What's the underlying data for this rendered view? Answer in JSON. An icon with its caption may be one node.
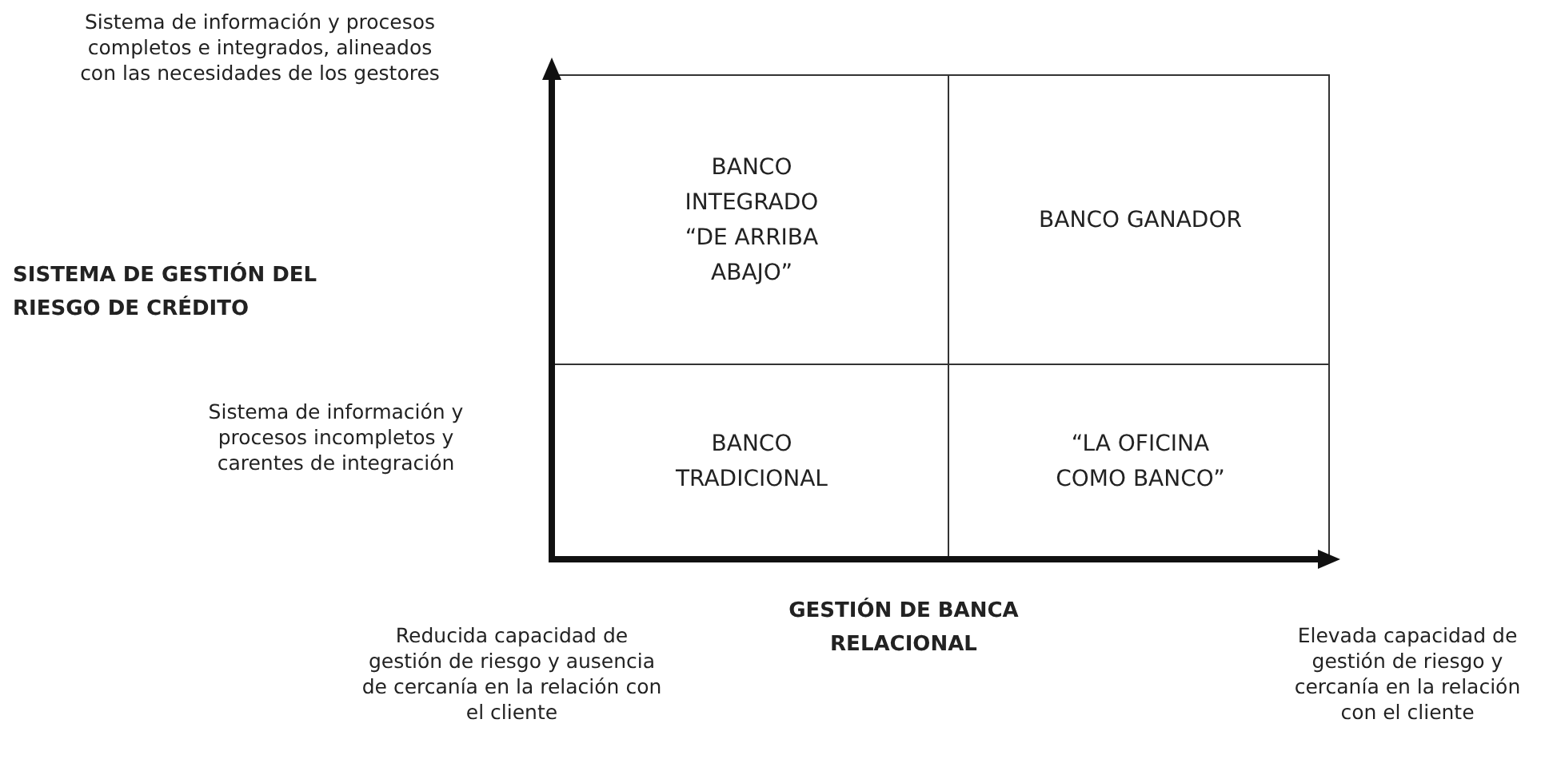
{
  "diagram": {
    "nodes": [
      {
        "text": [
          "BANCO INTEGRADO “DE ARRIBA ABAJO”"
        ]
      },
      {
        "text": [
          "BANCO GANADOR"
        ]
      },
      {
        "text": [
          "BANCO TRADICIONAL"
        ]
      },
      {
        "text": [
          "“LA OFICINA COMO BANCO”"
        ]
      }
    ],
    "labels": [
      "Sistema de información y procesos completos e integrados, alineados con las necesidades de los gestores",
      "SISTEMA DE GESTIÓN DEL RIESGO DE CRÉDITO",
      "Sistema de información y procesos incompletos y carentes de integración",
      "GESTIÓN DE BANCA RELACIONAL",
      "Reducida capacidad de gestión de riesgo y ausencia de cercanía en la relación con el cliente",
      "Elevada capacidad de gestión de riesgo y cercanía en la relación con el cliente"
    ]
  }
}
